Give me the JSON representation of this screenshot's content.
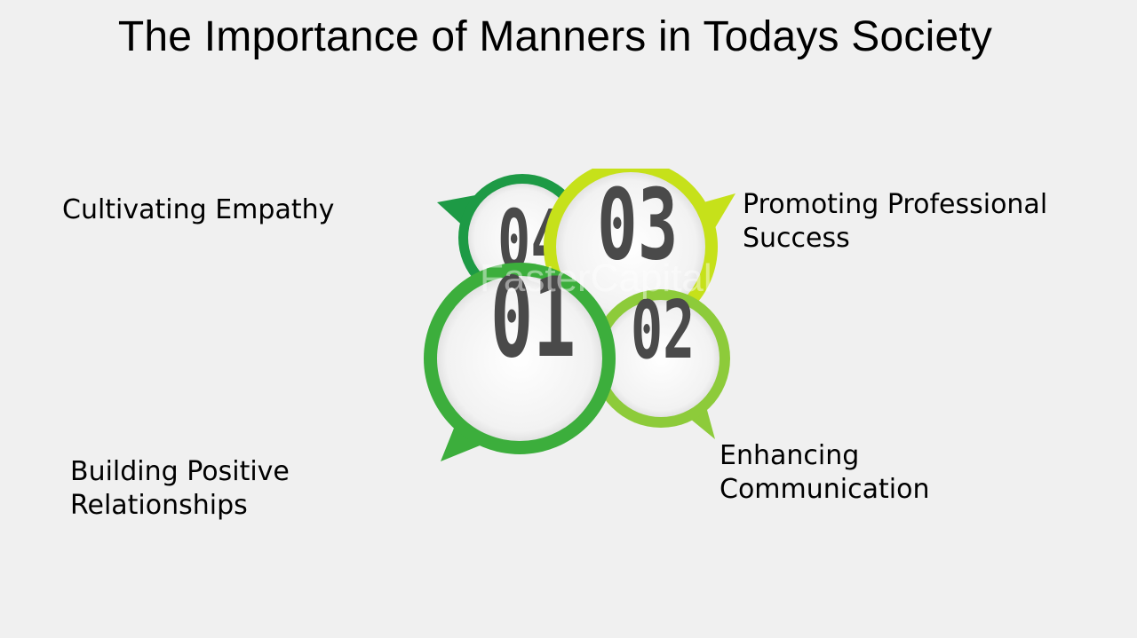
{
  "title": "The Importance of Manners in Todays Society",
  "items": [
    {
      "number": "01",
      "label": "Building Positive\nRelationships",
      "color": "#3cae3c"
    },
    {
      "number": "02",
      "label": "Enhancing\nCommunication",
      "color": "#8dcb3a"
    },
    {
      "number": "03",
      "label": "Promoting Professional\nSuccess",
      "color": "#c6e11a"
    },
    {
      "number": "04",
      "label": "Cultivating Empathy",
      "color": "#1d9a45"
    }
  ],
  "watermark": "FasterCapital"
}
